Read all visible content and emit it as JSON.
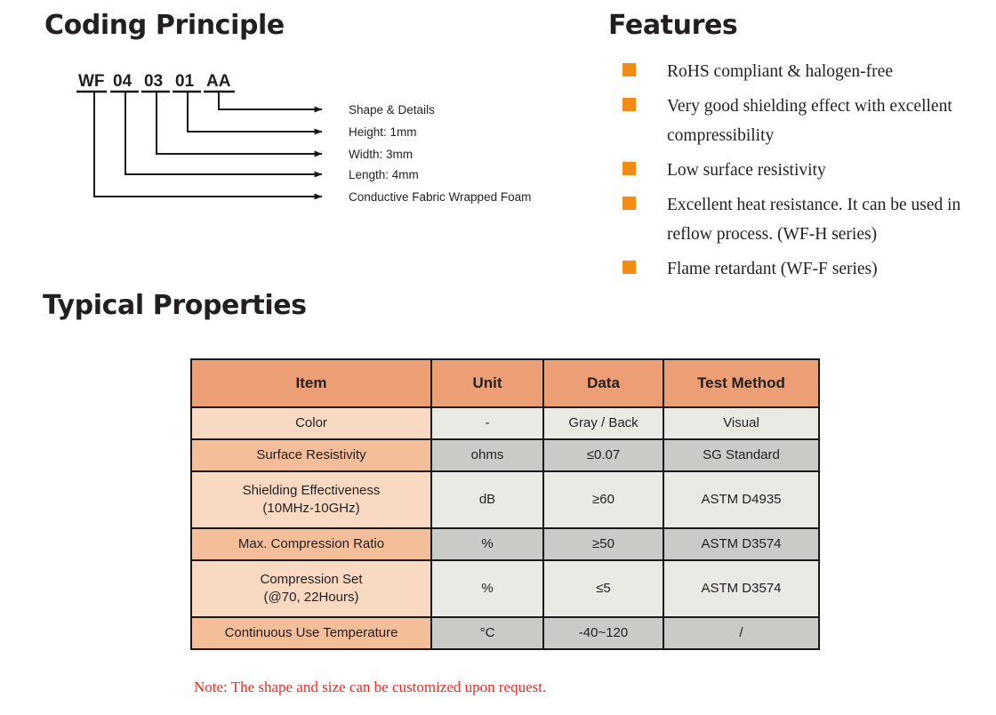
{
  "sections": {
    "coding_principle": {
      "heading": "Coding Principle",
      "code_segments": [
        "WF",
        "04",
        "03",
        "01",
        "AA"
      ],
      "leaders": [
        {
          "label": "Shape & Details"
        },
        {
          "label": "Height: 1mm"
        },
        {
          "label": "Width: 3mm"
        },
        {
          "label": "Length: 4mm"
        },
        {
          "label": "Conductive Fabric Wrapped Foam"
        }
      ]
    },
    "features": {
      "heading": "Features",
      "bullet_icon": "orange-square-bullet",
      "bullet_color": "#f28c14",
      "bullet_shadow_color": "#2e93c4",
      "items": [
        "RoHS compliant & halogen-free",
        "Very good shielding effect with excellent compressibility",
        "Low surface resistivity",
        "Excellent heat resistance. It can be used in reflow process. (WF-H series)",
        "Flame retardant (WF-F series)"
      ]
    },
    "typical_properties": {
      "heading": "Typical Properties",
      "table": {
        "header_color": "#ec9e74",
        "columns": [
          "Item",
          "Unit",
          "Data",
          "Test Method"
        ],
        "rows": [
          {
            "item": "Color",
            "unit": "-",
            "data": "Gray / Back",
            "test": "Visual"
          },
          {
            "item": "Surface Resistivity",
            "unit": "ohms",
            "data": "≤0.07",
            "test": "SG Standard"
          },
          {
            "item": "Shielding Effectiveness\n(10MHz-10GHz)",
            "item_l1": "Shielding Effectiveness",
            "item_l2": "(10MHz-10GHz)",
            "unit": "dB",
            "data": "≥60",
            "test": "ASTM D4935"
          },
          {
            "item": "Max. Compression Ratio",
            "unit": "%",
            "data": "≥50",
            "test": "ASTM D3574"
          },
          {
            "item": "Compression Set\n(@70, 22Hours)",
            "item_l1": "Compression Set",
            "item_l2": "(@70, 22Hours)",
            "unit": "%",
            "data": "≤5",
            "test": "ASTM D3574"
          },
          {
            "item": "Continuous Use Temperature",
            "unit": "°C",
            "data": "-40~120",
            "test": "/"
          }
        ]
      },
      "note": "Note: The shape and size can be customized upon request.",
      "note_color": "#ef2a24"
    }
  }
}
